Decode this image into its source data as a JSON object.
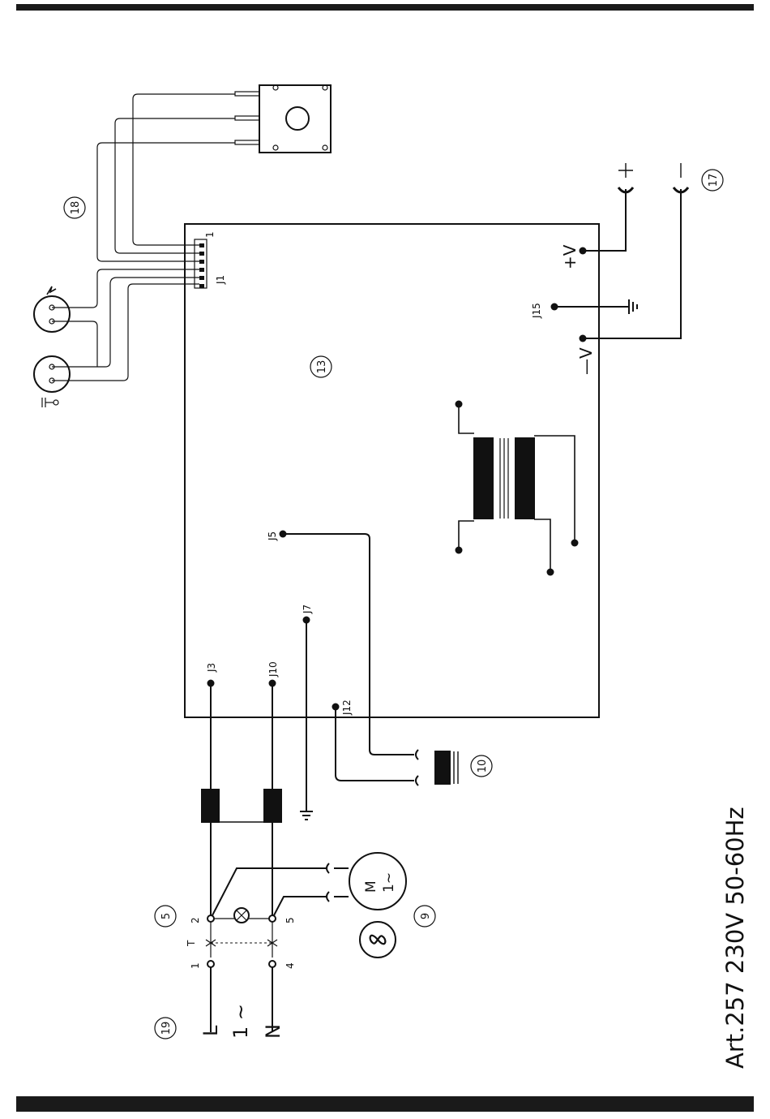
{
  "footer": {
    "title": "Art.257  230V  50-60Hz"
  },
  "callouts": {
    "c19": "19",
    "c5": "5",
    "c9": "9",
    "c10": "10",
    "c13": "13",
    "c17": "17",
    "c18": "18"
  },
  "supply": {
    "line": "L",
    "phase": "1 ~",
    "neutral": "N"
  },
  "switch": {
    "t": "T",
    "p1": "1",
    "p2": "2",
    "p4": "4",
    "p5": "5"
  },
  "motor": {
    "m": "M",
    "phase": "1~"
  },
  "board": {
    "j1": "J1",
    "pin1": "1",
    "j3": "J3",
    "j10": "J10",
    "j7": "J7",
    "j12": "J12",
    "j5": "J5",
    "j15": "J15",
    "plus_v": "+V",
    "minus_v": "—V"
  },
  "terminals": {
    "plus": "+",
    "minus": "—"
  },
  "colors": {
    "ink": "#111111",
    "bar": "#1a1a1a"
  }
}
